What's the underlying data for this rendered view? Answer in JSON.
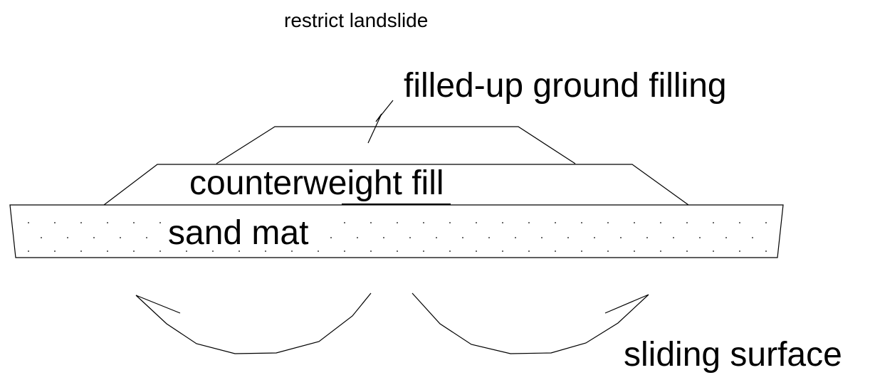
{
  "labels": {
    "title": "restrict landslide",
    "filled_up": "filled-up ground filling",
    "counterweight": "counterweight fill",
    "sand_mat": "sand mat",
    "sliding_surface": "sliding surface"
  },
  "colors": {
    "line": "#000000",
    "background": "#ffffff"
  }
}
